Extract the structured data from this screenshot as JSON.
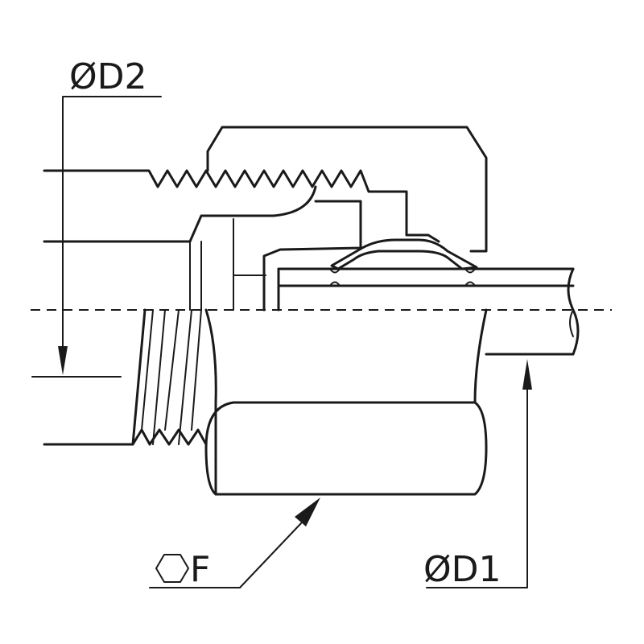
{
  "labels": {
    "d2": "ØD2",
    "d1": "ØD1",
    "f": "F"
  },
  "icons": {
    "hex": "hexagon-icon"
  },
  "colors": {
    "stroke": "#1a1a1a",
    "background": "#ffffff"
  }
}
